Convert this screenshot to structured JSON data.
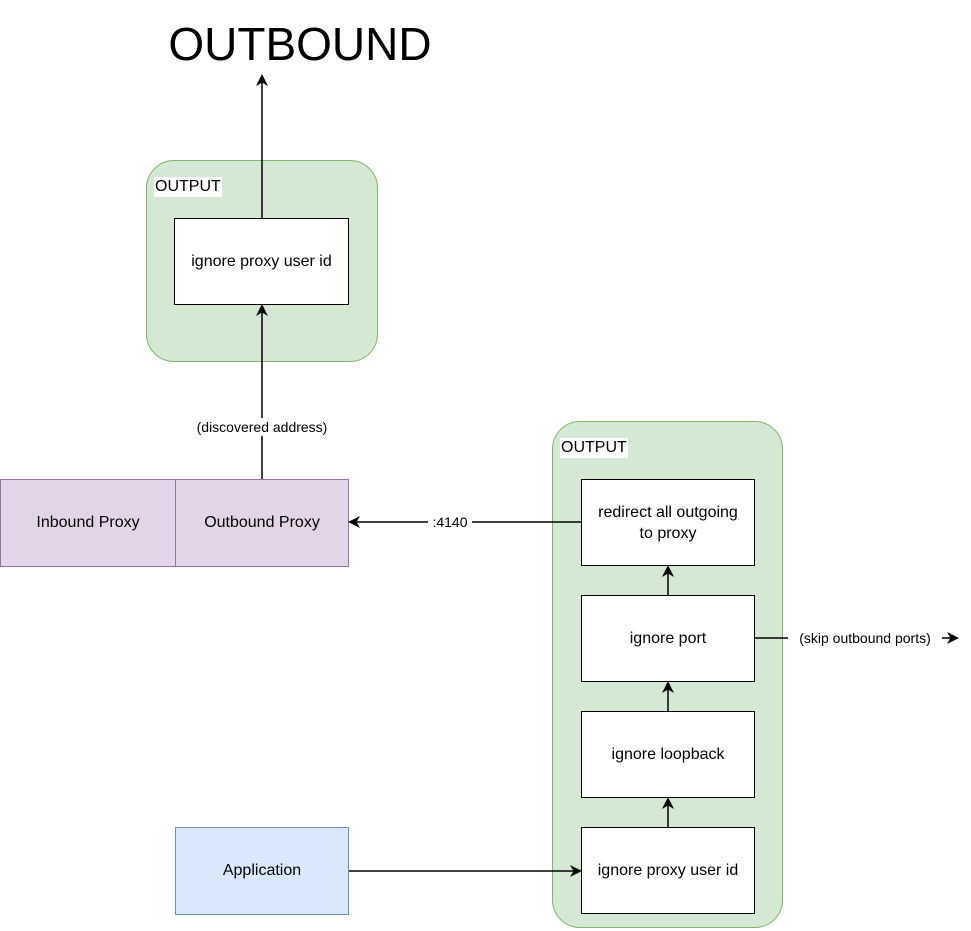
{
  "title": "OUTBOUND",
  "top_group": {
    "label": "OUTPUT",
    "box": "ignore proxy user id"
  },
  "right_group": {
    "label": "OUTPUT",
    "boxes": {
      "redirect": "redirect all outgoing to proxy",
      "ignore_port": "ignore port",
      "ignore_loopback": "ignore loopback",
      "ignore_user": "ignore proxy user id"
    }
  },
  "proxies": {
    "inbound": "Inbound Proxy",
    "outbound": "Outbound Proxy"
  },
  "application": "Application",
  "edge_labels": {
    "discovered": "(discovered address)",
    "port": ":4140",
    "skip": "(skip outbound ports)"
  },
  "colors": {
    "group_fill": "#d5e8d4",
    "group_stroke": "#82b366",
    "proxy_fill": "#e1d5e7",
    "proxy_stroke": "#9673a6",
    "app_fill": "#dae8fc",
    "app_stroke": "#6c8ebf"
  }
}
